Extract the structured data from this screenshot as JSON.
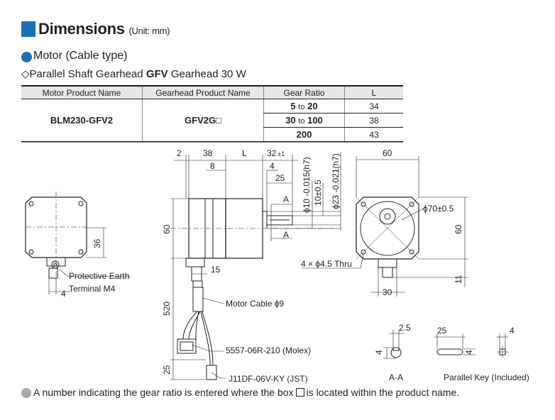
{
  "header": {
    "title": "Dimensions",
    "unit": "(Unit: mm)",
    "subtitle": "Motor (Cable type)",
    "product_prefix": "◇Parallel Shaft Gearhead",
    "product_brand": "GFV",
    "product_suffix": "Gearhead 30 W"
  },
  "table": {
    "headers": [
      "Motor Product Name",
      "Gearhead Product Name",
      "Gear Ratio",
      "L"
    ],
    "motor": "BLM230-GFV2",
    "gearhead": "GFV2G□",
    "rows": [
      {
        "ratio_from": "5",
        "to": "to",
        "ratio_to": "20",
        "L": "34"
      },
      {
        "ratio_from": "30",
        "to": "to",
        "ratio_to": "100",
        "L": "38"
      },
      {
        "ratio_single": "200",
        "L": "43"
      }
    ]
  },
  "drawing": {
    "dims": {
      "d2": "2",
      "d38": "38",
      "dL": "L",
      "d32": "32",
      "d32tol": "±1",
      "d8": "8",
      "d4": "4",
      "d25": "25",
      "d60top": "60",
      "d60left": "60",
      "d36": "36",
      "d4b": "4",
      "d15": "15",
      "d520": "520",
      "d25b": "25",
      "d60right": "60",
      "d11": "11",
      "d30": "30",
      "phi10": "ϕ10 -0.015(h7)",
      "d10": "10±0.5",
      "phi23": "ϕ23 -0.021(h7)",
      "phi70": "ϕ70±0.5",
      "holes": "4 × ϕ4.5 Thru",
      "key_25": "2.5",
      "key_4": "4",
      "key_25b": "25",
      "key_4b": "4",
      "key_4c": "4"
    },
    "labels": {
      "earth1": "Protective Earth",
      "earth2": "Terminal M4",
      "cable": "Motor Cable ϕ9",
      "molex": "5557-06R-210 (Molex)",
      "jst": "J11DF-06V-KY (JST)",
      "A": "A",
      "aa": "A-A",
      "key": "Parallel Key (Included)"
    }
  },
  "footnote": {
    "before": "A number indicating the gear ratio is entered where the box",
    "after": "is located within the product name."
  },
  "colors": {
    "accent": "#1f6fb6",
    "header_bg": "#e6e7e8",
    "note_dot": "#a7a9ac"
  }
}
